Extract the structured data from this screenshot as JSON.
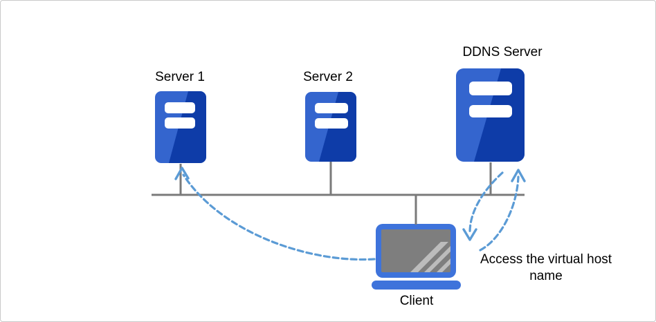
{
  "diagram": {
    "nodes": {
      "server1": {
        "label": "Server 1",
        "icon": "server-icon"
      },
      "server2": {
        "label": "Server 2",
        "icon": "server-icon"
      },
      "ddns_server": {
        "label": "DDNS Server",
        "icon": "server-icon"
      },
      "client": {
        "label": "Client",
        "icon": "laptop-icon"
      }
    },
    "annotation": {
      "text": "Access the virtual host name"
    },
    "edges": [
      {
        "from": "client",
        "to": "server1",
        "style": "dashed-arrow"
      },
      {
        "from": "ddns_server",
        "to": "client",
        "style": "dashed-arrow"
      },
      {
        "from": "client",
        "to": "ddns_server",
        "style": "dashed-arrow"
      },
      {
        "type": "network-bus",
        "connects": [
          "server1",
          "server2",
          "ddns_server",
          "client"
        ],
        "style": "solid-gray"
      }
    ],
    "colors": {
      "server_blue_light": "#3465CE",
      "server_blue_dark": "#0E3CA8",
      "laptop_blue": "#3E73DB",
      "screen_gray": "#7E7E7E",
      "screen_stripe_gray": "#BCBCBC",
      "line_gray": "#7A7A7A",
      "arrow_blue": "#5B9BD5",
      "text_black": "#000000",
      "border_gray": "#C9C9C9"
    }
  }
}
